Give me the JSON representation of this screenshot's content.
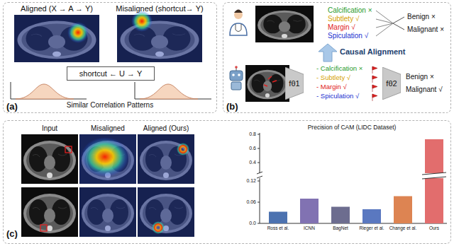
{
  "diagram": {
    "nodes": [
      {
        "text": [
          "(a)"
        ]
      },
      {
        "text": [
          "shortcut ← U → Y"
        ],
        "in": 0
      },
      {
        "text": [
          "(b)"
        ]
      },
      {
        "text": [
          "fθ1"
        ],
        "in": 2
      },
      {
        "text": [
          "fθ2"
        ],
        "in": 2
      },
      {
        "text": [
          "(c)"
        ]
      }
    ],
    "labels": [
      "Aligned (X → A → Y)",
      "Misaligned (shortcut→ Y)",
      "Similar Correlation Patterns",
      "Calcification ×",
      "Subtlety √",
      "Margin √",
      "Spiculation √",
      "Benign ×",
      "Malignant ×",
      "Causal Alignment",
      "- Calcification ×",
      "- Subtlety √",
      "- Margin √",
      "- Spiculation √",
      "Benign ×",
      "Malignant √",
      "Input",
      "Misaligned",
      "Aligned (Ours)",
      "Precision of CAM (LIDC Dataset)",
      "0.0",
      "0.06",
      "0.12",
      "0.4",
      "0.6",
      "0.8",
      "Ross et al.",
      "ICNN",
      "BagNet",
      "Rieger et al.",
      "Change et al.",
      "Ours"
    ]
  }
}
